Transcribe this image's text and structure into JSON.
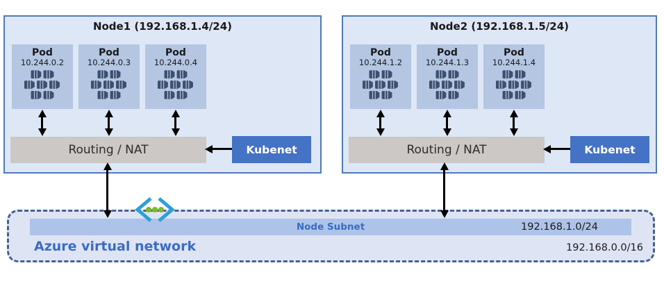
{
  "nodes": [
    {
      "title": "Node1 (192.168.1.4/24)",
      "pods": [
        {
          "label": "Pod",
          "ip": "10.244.0.2"
        },
        {
          "label": "Pod",
          "ip": "10.244.0.3"
        },
        {
          "label": "Pod",
          "ip": "10.244.0.4"
        }
      ],
      "routing_label": "Routing / NAT",
      "kubenet_label": "Kubenet"
    },
    {
      "title": "Node2 (192.168.1.5/24)",
      "pods": [
        {
          "label": "Pod",
          "ip": "10.244.1.2"
        },
        {
          "label": "Pod",
          "ip": "10.244.1.3"
        },
        {
          "label": "Pod",
          "ip": "10.244.1.4"
        }
      ],
      "routing_label": "Routing / NAT",
      "kubenet_label": "Kubenet"
    }
  ],
  "vnet": {
    "label": "Azure virtual network",
    "subnet_label": "Node Subnet",
    "subnet_cidr": "192.168.1.0/24",
    "vnet_cidr": "192.168.0.0/16"
  },
  "icons": {
    "pod_icon": "containers-icon",
    "vnet_icon": "virtual-network-icon"
  },
  "colors": {
    "node-border": "#4f7ab8",
    "node-fill": "#dee7f5",
    "pod-fill": "#b4c6e2",
    "pod-icon": "#3e4f6e",
    "routing-fill": "#cbc8c5",
    "kubenet-fill": "#4472c4",
    "kubenet-text": "#ffffff",
    "vnet-fill": "#dfe4f5",
    "vnet-border": "#44628f",
    "subnet-bar": "#adc3e8",
    "accent-blue": "#3a6cc4",
    "bracket-blue": "#2d9fd8",
    "dot-green": "#7db92c",
    "arrow": "#000000",
    "text-dark": "#1a1a1a"
  }
}
